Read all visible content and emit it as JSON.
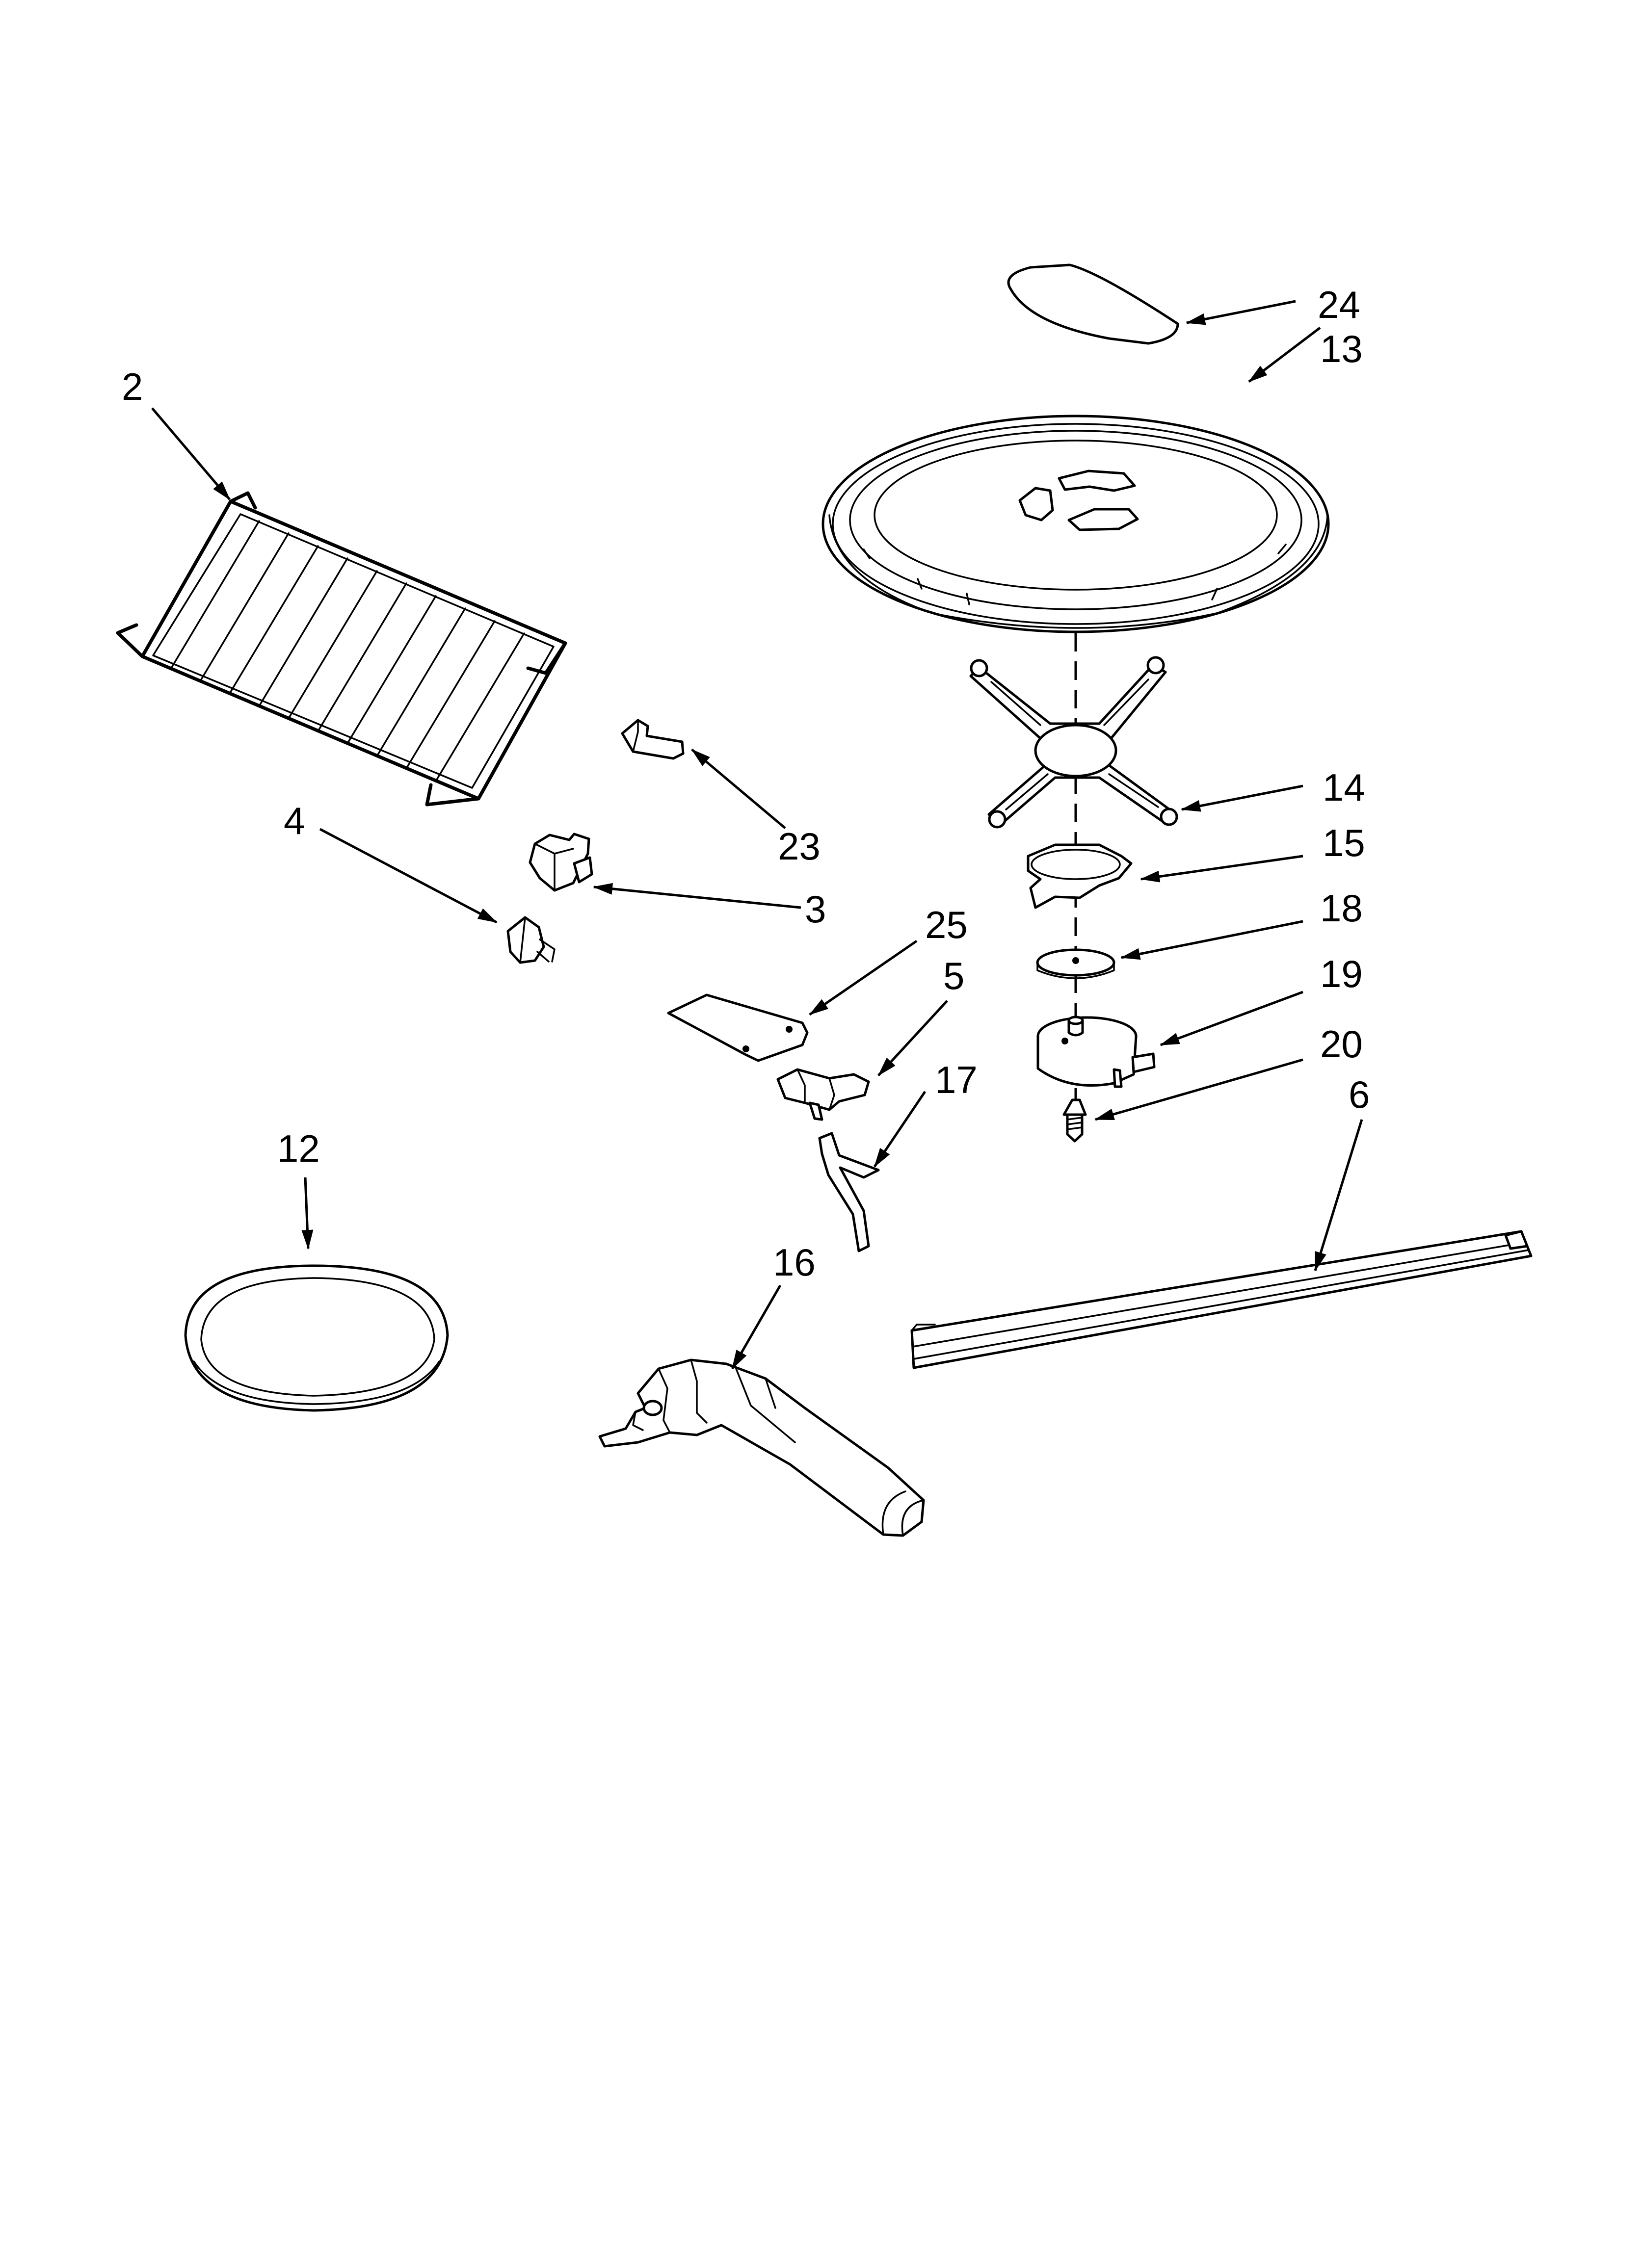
{
  "parts": [
    {
      "id": "rack",
      "label": "2",
      "icon": "wire-rack-icon"
    },
    {
      "id": "rack-clip",
      "label": "23",
      "icon": "clip-icon"
    },
    {
      "id": "socket",
      "label": "3",
      "icon": "lamp-socket-icon"
    },
    {
      "id": "bulb",
      "label": "4",
      "icon": "light-bulb-icon"
    },
    {
      "id": "cover-small",
      "label": "24",
      "icon": "cover-plate-icon"
    },
    {
      "id": "turntable",
      "label": "13",
      "icon": "turntable-tray-icon"
    },
    {
      "id": "support",
      "label": "14",
      "icon": "turntable-support-icon"
    },
    {
      "id": "coupler",
      "label": "15",
      "icon": "coupler-icon"
    },
    {
      "id": "washer",
      "label": "18",
      "icon": "washer-icon"
    },
    {
      "id": "motor",
      "label": "19",
      "icon": "turntable-motor-icon"
    },
    {
      "id": "screw",
      "label": "20",
      "icon": "screw-icon"
    },
    {
      "id": "cover-plate",
      "label": "25",
      "icon": "cover-plate-icon"
    },
    {
      "id": "switch",
      "label": "5",
      "icon": "switch-icon"
    },
    {
      "id": "bracket",
      "label": "17",
      "icon": "bracket-icon"
    },
    {
      "id": "trim",
      "label": "6",
      "icon": "trim-strip-icon"
    },
    {
      "id": "pan",
      "label": "12",
      "icon": "crisper-pan-icon"
    },
    {
      "id": "handle",
      "label": "16",
      "icon": "pan-handle-icon"
    }
  ]
}
